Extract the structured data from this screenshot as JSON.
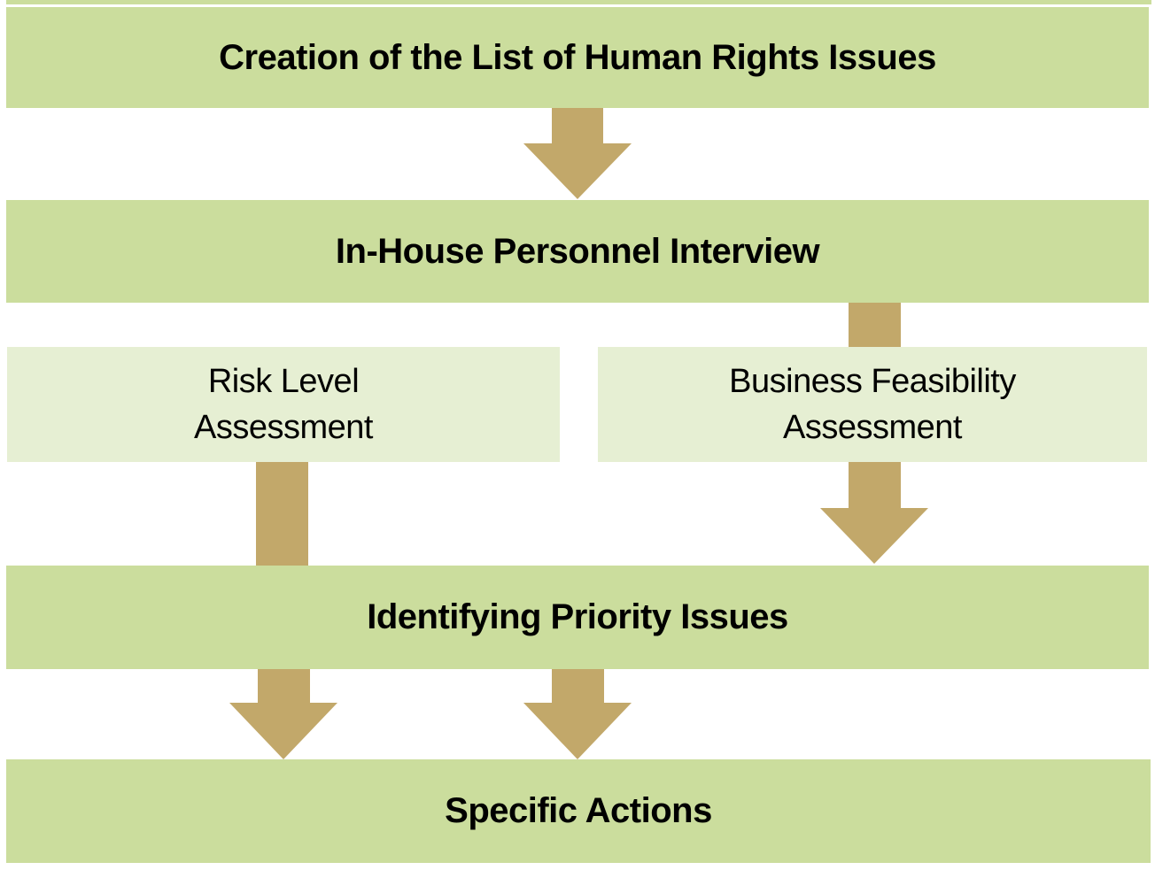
{
  "flowchart": {
    "colors": {
      "banner_green": "#cbdd9d",
      "subbox_green": "#e6efd3",
      "arrow_tan": "#c2a86a",
      "text_color": "#000000",
      "page_bg": "#ffffff"
    },
    "nodes": [
      {
        "id": "creation-of-list",
        "type": "banner",
        "label": "Creation of the List of Human Rights Issues"
      },
      {
        "id": "in-house-interview",
        "type": "banner",
        "label": "In-House Personnel Interview"
      },
      {
        "id": "risk-level-assessment",
        "type": "subbox",
        "label": "Risk Level Assessment",
        "lines": [
          "Risk Level",
          "Assessment"
        ]
      },
      {
        "id": "business-feasibility-assessment",
        "type": "subbox",
        "label": "Business Feasibility Assessment",
        "lines": [
          "Business Feasibility",
          "Assessment"
        ]
      },
      {
        "id": "identifying-priority-issues",
        "type": "banner",
        "label": "Identifying Priority Issues"
      },
      {
        "id": "specific-actions",
        "type": "banner",
        "label": "Specific Actions"
      }
    ],
    "edges": [
      {
        "from": "creation-of-list",
        "to": "in-house-interview",
        "style": "arrow"
      },
      {
        "from": "in-house-interview",
        "to": "business-feasibility-assessment",
        "style": "connector"
      },
      {
        "from": "risk-level-assessment",
        "to": "identifying-priority-issues",
        "style": "connector"
      },
      {
        "from": "business-feasibility-assessment",
        "to": "identifying-priority-issues",
        "style": "arrow"
      },
      {
        "from": "identifying-priority-issues",
        "to": "specific-actions",
        "style": "arrow-left"
      },
      {
        "from": "identifying-priority-issues",
        "to": "specific-actions",
        "style": "arrow-center"
      }
    ]
  }
}
